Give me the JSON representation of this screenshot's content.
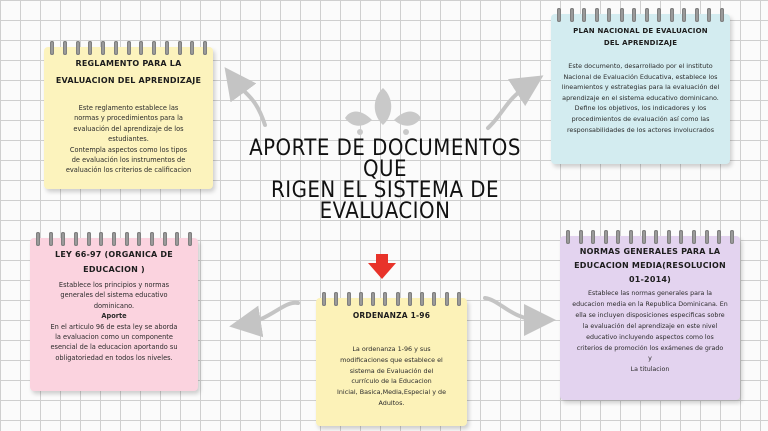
{
  "title": {
    "lines": [
      "APORTE DE DOCUMENTOS",
      "QUE",
      "RIGEN EL SISTEMA DE",
      "EVALUACION"
    ]
  },
  "cards": {
    "reglamento": {
      "title_lines": [
        "REGLAMENTO PARA LA",
        "EVALUACION DEL APRENDIZAJE"
      ],
      "text_lines": [
        "Este reglamento establece las",
        "normas y procedimientos para la",
        "evaluación del aprendizaje de los",
        "estudiantes.",
        "Contempla aspectos como los tipos",
        "de evaluación los instrumentos de",
        "evaluación los criterios de calificacion"
      ],
      "color": "#fcf3bd"
    },
    "plan": {
      "title_lines": [
        "PLAN NACIONAL DE EVALUACION",
        "DEL APRENDIZAJE"
      ],
      "text_lines": [
        "Este documento, desarrollado por el instituto",
        "Nacional de Evaluación Educativa, establece los",
        "lineamientos y estrategias para la evaluación del",
        "aprendizaje en el sistema educativo dominicano.",
        "Define los objetivos, los indicadores y los",
        "procedimientos de evaluación así como las",
        "responsabilidades de los actores involucrados"
      ],
      "color": "#d3ecf0"
    },
    "ley": {
      "title_lines": [
        "LEY 66-97 (ORGANICA DE",
        "EDUCACION )"
      ],
      "text_lines": [
        "Establece los principios y normas",
        "generales del sistema educativo",
        "dominicano.",
        "Aporte",
        "En el articulo 96 de esta ley se aborda",
        "la evaluacion como un componente",
        "esencial de la educacion aportando su",
        "obligatoriedad en todos los niveles."
      ],
      "color": "#fbd3df"
    },
    "ordenanza": {
      "title_lines": [
        "ORDENANZA 1-96"
      ],
      "text_lines": [
        "La ordenanza 1-96 y sus",
        "modificaciones que establece el",
        "sistema de Evaluación del",
        "currículo de la Educacion",
        "Inicial, Basica,Media,Especial y de",
        "Adultos."
      ],
      "color": "#fcf2b8"
    },
    "normas": {
      "title_lines": [
        "NORMAS GENERALES PARA LA",
        "EDUCACION MEDIA(RESOLUCION",
        "01-2014)"
      ],
      "text_lines": [
        "Establece las normas generales para la",
        "educacion media en la Republica Dominicana. En",
        "ella se incluyen disposiciones especificas sobre",
        "la evaluación del aprendizaje en este nivel",
        "educativo incluyendo aspectos como los",
        "criterios de promoción los exámenes de grado",
        "y",
        "La titulacion"
      ],
      "color": "#e3d3ef"
    }
  },
  "accent": {
    "arrow_color": "#e8332a",
    "leaf_color": "#c9c9c9",
    "connector_color": "#c4c4c4"
  }
}
